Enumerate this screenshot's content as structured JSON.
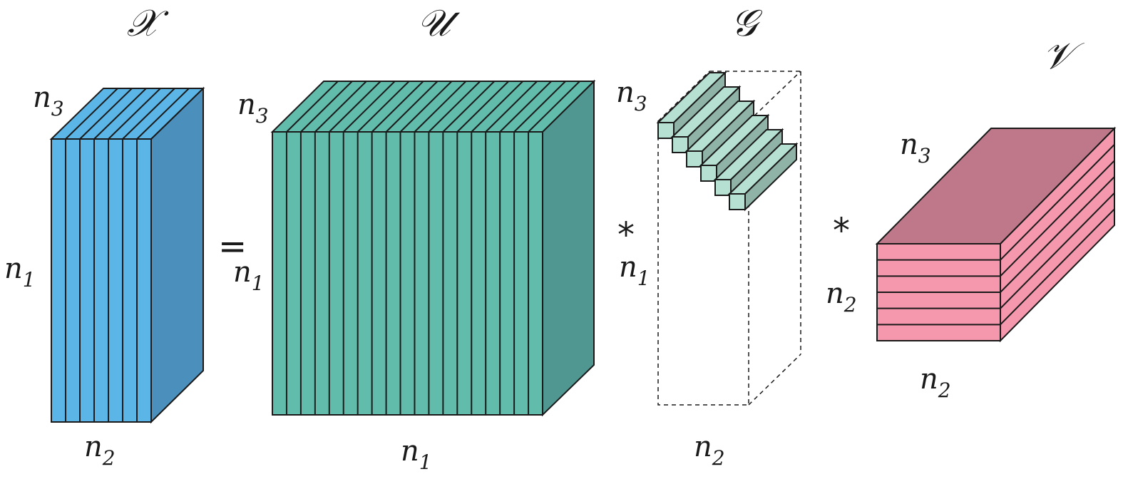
{
  "tensors": {
    "x": {
      "symbol": "𝒳",
      "dims": {
        "depth": "n3",
        "height": "n1",
        "width": "n2"
      },
      "colors": {
        "front": "#5bb5e6",
        "top": "#5bb5e6",
        "side": "#4b90bd"
      }
    },
    "u": {
      "symbol": "𝒰",
      "dims": {
        "depth": "n3",
        "height": "n1",
        "width": "n1"
      },
      "colors": {
        "front": "#62bcab",
        "top": "#62bcab",
        "side": "#4f9790"
      }
    },
    "g": {
      "symbol": "𝒢",
      "dims": {
        "depth": "n3",
        "height": "n1",
        "width": "n2"
      },
      "colors": {
        "front": "#b5e0d2",
        "top": "#b5e0d2",
        "side": "#8fb3a6"
      }
    },
    "v": {
      "symbol": "𝒱",
      "dims": {
        "depth": "n3",
        "height": "n2",
        "width": "n2"
      },
      "colors": {
        "front": "#f597ad",
        "top": "#be788a",
        "side": "#f597ad"
      }
    }
  },
  "labels": {
    "x_n3": {
      "base": "n",
      "sub": "3"
    },
    "x_n1": {
      "base": "n",
      "sub": "1"
    },
    "x_n2": {
      "base": "n",
      "sub": "2"
    },
    "u_n3": {
      "base": "n",
      "sub": "3"
    },
    "u_n1_side": {
      "base": "n",
      "sub": "1"
    },
    "u_n1_bottom": {
      "base": "n",
      "sub": "1"
    },
    "g_n3": {
      "base": "n",
      "sub": "3"
    },
    "g_n1": {
      "base": "n",
      "sub": "1"
    },
    "g_n2": {
      "base": "n",
      "sub": "2"
    },
    "v_n3": {
      "base": "n",
      "sub": "3"
    },
    "v_n2_side": {
      "base": "n",
      "sub": "2"
    },
    "v_n2_bottom": {
      "base": "n",
      "sub": "2"
    }
  },
  "operators": {
    "equals": "=",
    "star1": "*",
    "star2": "*"
  }
}
